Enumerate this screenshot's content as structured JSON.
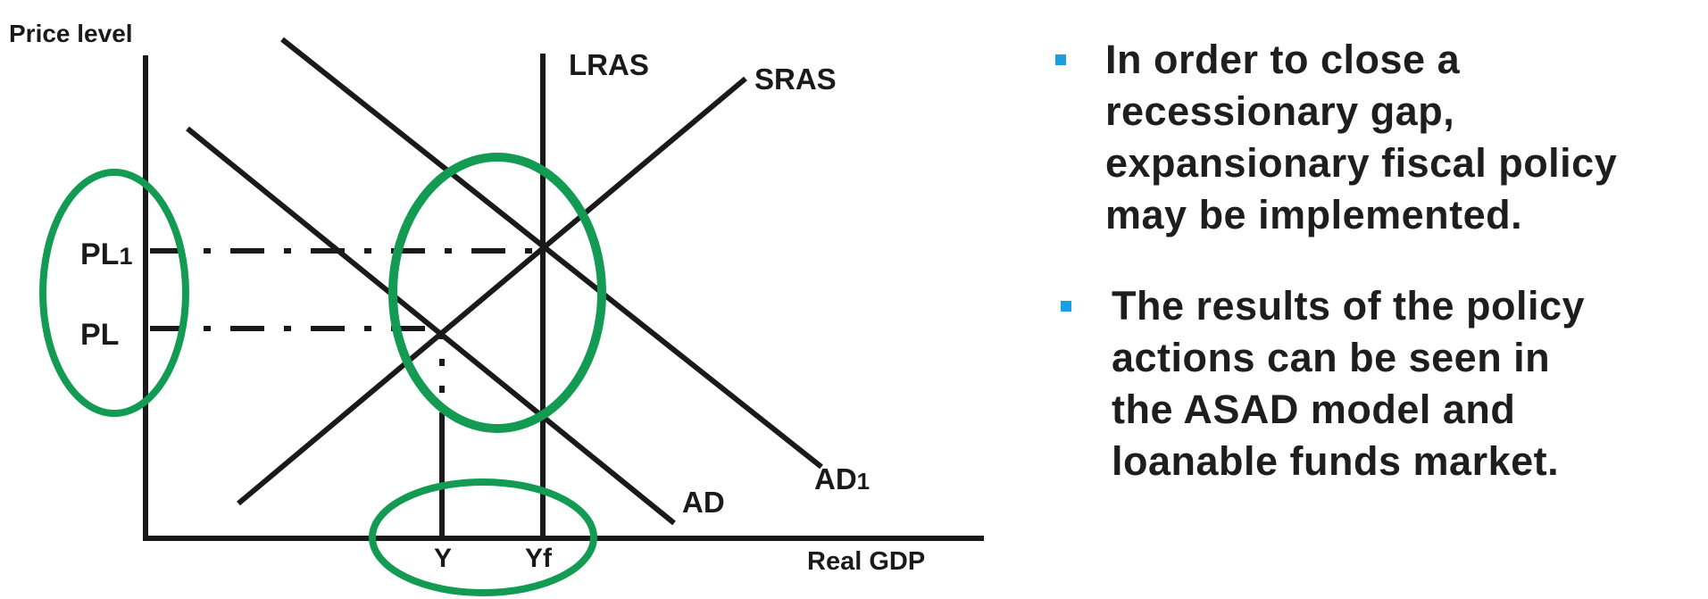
{
  "colors": {
    "curve": "#1a1a1a",
    "highlight": "#149b53",
    "bullet": "#1aa0e0",
    "text": "#1e1e1e"
  },
  "diagram": {
    "y_axis_label": "Price level",
    "x_axis_label": "Real GDP",
    "curves": {
      "lras": "LRAS",
      "sras": "SRAS",
      "ad": "AD",
      "ad1_main": "AD",
      "ad1_sub": "1"
    },
    "price_labels": {
      "pl1_main": "PL",
      "pl1_sub": "1",
      "pl": "PL"
    },
    "output_labels": {
      "y": "Y",
      "yf": "Yf"
    }
  },
  "bullets": [
    {
      "icon": "square-bullet-icon",
      "text": "In order to close a\nrecessionary gap,\nexpansionary fiscal policy\nmay be implemented."
    },
    {
      "icon": "square-bullet-icon",
      "text": "The results of the policy\nactions can be seen in\nthe ASAD model and\nloanable funds market."
    }
  ]
}
